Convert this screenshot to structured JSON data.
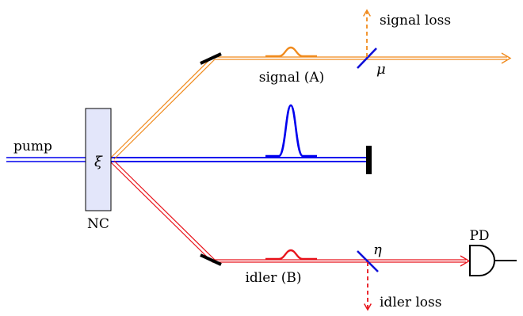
{
  "labels": {
    "pump": "pump",
    "crystal_symbol": "ξ",
    "crystal_name": "NC",
    "signal": "signal (A)",
    "idler": "idler (B)",
    "signal_loss": "signal loss",
    "idler_loss": "idler loss",
    "mu": "μ",
    "eta": "η",
    "detector": "PD"
  },
  "colors": {
    "pump": "#0000ee",
    "signal": "#f08a1c",
    "idler": "#e8141c",
    "crystal_fill": "#e3e6fa",
    "mirror": "#000000",
    "beamsplitter": "#1010d8"
  }
}
